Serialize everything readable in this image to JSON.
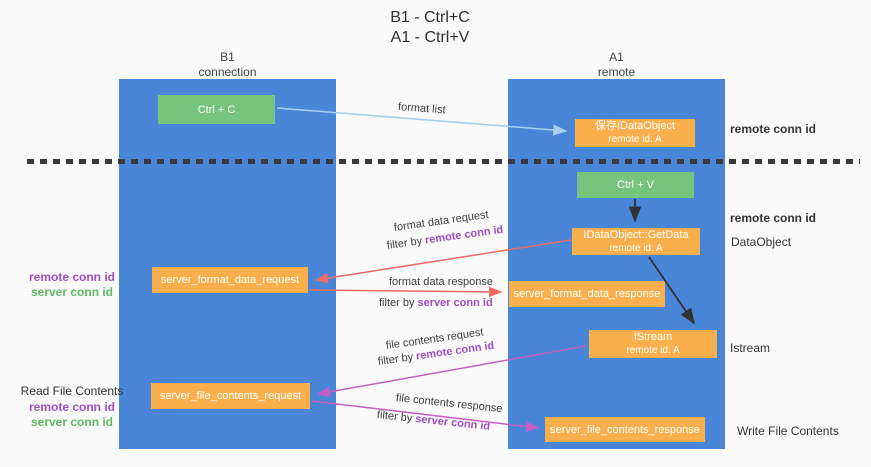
{
  "title": {
    "line1": "B1 - Ctrl+C",
    "line2": "A1 - Ctrl+V"
  },
  "columns": {
    "left": {
      "header_line1": "B1",
      "header_line2": "connection"
    },
    "right": {
      "header_line1": "A1",
      "header_line2": "remote"
    }
  },
  "boxes": {
    "ctrl_c": "Ctrl + C",
    "ctrl_v": "Ctrl + V",
    "save_idataobject_line1": "保存IDataObject",
    "save_idataobject_line2": "remote id: A",
    "getdata_line1": "IDataObject::GetData",
    "getdata_line2": "remote id: A",
    "istream_line1": "IStream",
    "istream_line2": "remote id: A",
    "server_format_data_request": "server_format_data_request",
    "server_format_data_response": "server_format_data_response",
    "server_file_contents_request": "server_file_contents_request",
    "server_file_contents_response": "server_file_contents_response"
  },
  "flow_labels": {
    "format_list": "format list",
    "format_data_request": "format data request",
    "format_data_response": "format data response",
    "file_contents_request": "file contents request",
    "file_contents_response": "file contents response",
    "filter_by": "filter by",
    "remote_conn_id": "remote conn id",
    "server_conn_id": "server conn id"
  },
  "side_labels": {
    "remote_conn_id": "remote conn id",
    "server_conn_id": "server conn id",
    "dataobject": "DataObject",
    "istream": "Istream",
    "read_file_contents": "Read File Contents",
    "write_file_contents": "Write File Contents"
  },
  "colors": {
    "column_blue": "#4a86d8",
    "box_green": "#77c47e",
    "box_orange": "#f9b04c",
    "purple_label": "#a04ec4",
    "green_label": "#5fb763",
    "red_arrow": "#ee6a64",
    "magenta_arrow": "#c45ec4",
    "light_blue_arrow": "#a3d1ef",
    "black_arrow": "#333333"
  }
}
